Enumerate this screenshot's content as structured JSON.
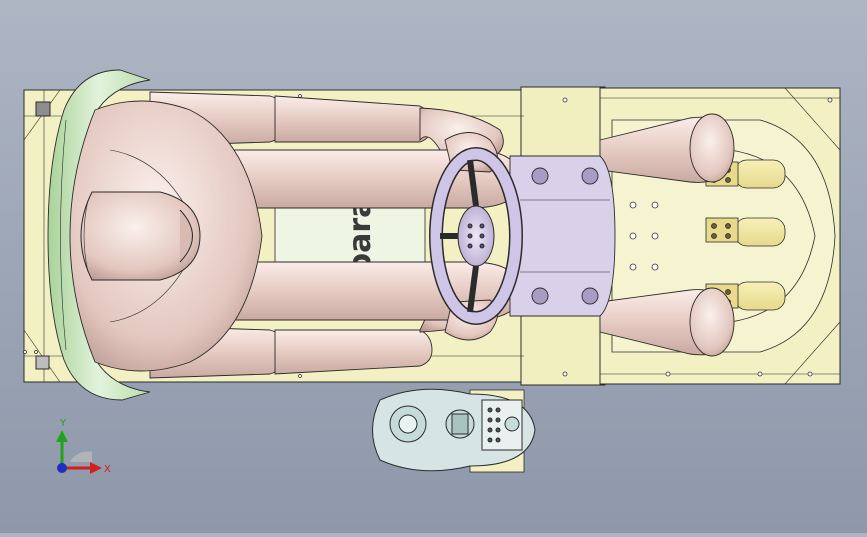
{
  "view": {
    "triad": {
      "y_label": "Y",
      "x_label": "X"
    },
    "seat_plate_text": "para"
  },
  "colors": {
    "background": "#9ea7b7",
    "frame": "#f3f1c3",
    "seat": "#cfe9c4",
    "body": "#efd9d2",
    "steering": "#d8cfea",
    "controller": "#d6e5e3",
    "edge": "#2b2b2b"
  }
}
